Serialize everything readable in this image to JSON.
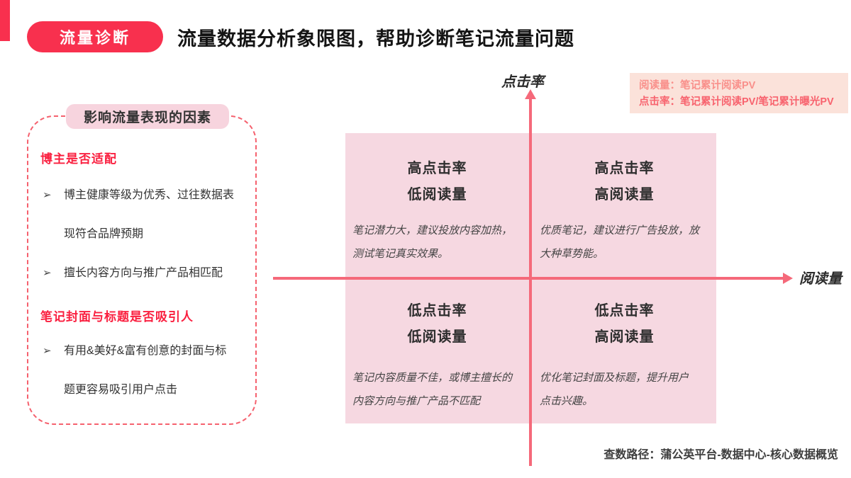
{
  "header": {
    "badge": "流量诊断",
    "title": "流量数据分析象限图，帮助诊断笔记流量问题"
  },
  "factors_panel": {
    "title": "影响流量表现的因素",
    "bullet": "➢",
    "sections": [
      {
        "heading": "博主是否适配",
        "items": [
          "博主健康等级为优秀、过往数据表现符合品牌预期",
          "擅长内容方向与推广产品相匹配"
        ]
      },
      {
        "heading": "笔记封面与标题是否吸引人",
        "items": [
          "有用&美好&富有创意的封面与标题更容易吸引用户点击"
        ]
      }
    ]
  },
  "chart_data": {
    "type": "quadrant",
    "x_axis_label": "阅读量",
    "y_axis_label": "点击率",
    "quadrants": [
      {
        "position": "top-left",
        "title_line1": "高点击率",
        "title_line2": "低阅读量",
        "description": "笔记潜力大，建议投放内容加热，测试笔记真实效果。"
      },
      {
        "position": "top-right",
        "title_line1": "高点击率",
        "title_line2": "高阅读量",
        "description": "优质笔记，建议进行广告投放，放大种草势能。"
      },
      {
        "position": "bottom-left",
        "title_line1": "低点击率",
        "title_line2": "低阅读量",
        "description": "笔记内容质量不佳，或博主擅长的内容方向与推广产品不匹配"
      },
      {
        "position": "bottom-right",
        "title_line1": "低点击率",
        "title_line2": "高阅读量",
        "description": "优化笔记封面及标题，提升用户点击兴趣。"
      }
    ]
  },
  "definitions": {
    "lines": [
      {
        "label": "阅读量：",
        "value": "笔记累计阅读PV"
      },
      {
        "label": "点击率：",
        "value": "笔记累计阅读PV/笔记累计曝光PV"
      }
    ]
  },
  "footer": {
    "path": "查数路径：蒲公英平台-数据中心-核心数据概览"
  },
  "colors": {
    "accent_red": "#F8304E",
    "heading_red": "#FA1F3F",
    "dashed_border": "#F5616E",
    "pill_pink": "#F7D4DE",
    "quadrant_pink": "#F6D8E1",
    "axis_pink": "#F5697A",
    "definition_bg": "#FBE2DA",
    "definition_text_1": "#F9908B",
    "definition_text_2": "#F8636E"
  }
}
